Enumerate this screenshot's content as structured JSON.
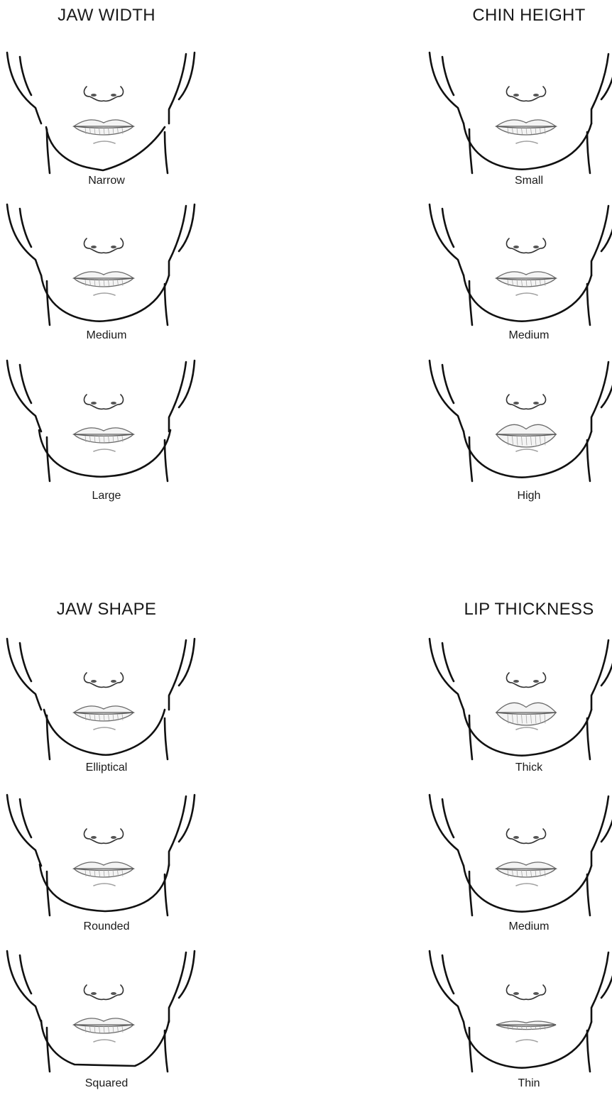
{
  "groups": [
    {
      "title": "JAW WIDTH",
      "items": [
        {
          "label": "Narrow",
          "jaw": "narrow",
          "lip": "medium"
        },
        {
          "label": "Medium",
          "jaw": "medium",
          "lip": "medium"
        },
        {
          "label": "Large",
          "jaw": "wide",
          "lip": "medium"
        }
      ]
    },
    {
      "title": "CHIN HEIGHT",
      "items": [
        {
          "label": "Small",
          "jaw": "medium",
          "lip": "medium"
        },
        {
          "label": "Medium",
          "jaw": "medium",
          "lip": "medium"
        },
        {
          "label": "High",
          "jaw": "medium",
          "lip": "thick"
        }
      ]
    },
    {
      "title": "JAW SHAPE",
      "items": [
        {
          "label": "Elliptical",
          "jaw": "elliptical",
          "lip": "medium"
        },
        {
          "label": "Rounded",
          "jaw": "rounded",
          "lip": "medium"
        },
        {
          "label": "Squared",
          "jaw": "squared",
          "lip": "medium"
        }
      ]
    },
    {
      "title": "LIP THICKNESS",
      "items": [
        {
          "label": "Thick",
          "jaw": "medium",
          "lip": "thick"
        },
        {
          "label": "Medium",
          "jaw": "medium",
          "lip": "medium"
        },
        {
          "label": "Thin",
          "jaw": "medium",
          "lip": "thin"
        }
      ]
    }
  ]
}
